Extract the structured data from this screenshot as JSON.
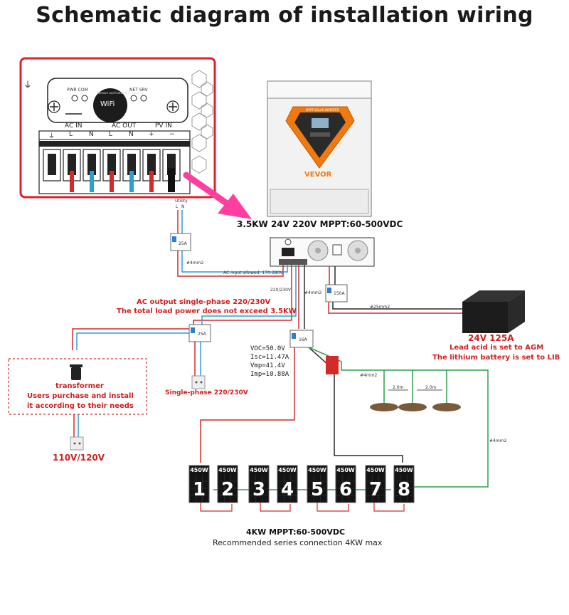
{
  "title": "Schematic diagram of installation wiring",
  "detail_panel": {
    "ground_symbol": "⏚",
    "pwr_com": "PWR COM",
    "net_srv": "NET SRV",
    "wifi_label": "WiFi",
    "wifi_arc": "Remove and install WiFi antenna",
    "ac_in": "AC IN",
    "ac_out": "AC OUT",
    "pv_in": "PV IN",
    "term_gnd": "⏚",
    "term_l1": "L",
    "term_n1": "N",
    "term_l2": "L",
    "term_n2": "N",
    "term_pos": "+",
    "term_neg": "−"
  },
  "inverter": {
    "brand": "VEVOR",
    "screen_label": "MPPT SOLAR INVERTER",
    "model": "3.5KW 24V 220V MPPT:60-500VDC"
  },
  "utility": {
    "label": "Utility",
    "l": "L",
    "n": "N"
  },
  "breakers": {
    "utility_breaker": "25A",
    "output_breaker": "25A",
    "pv_breaker": "16A",
    "battery_breaker": "150A"
  },
  "wire_labels": {
    "w_utility": "#4mm2",
    "ac_allowed": "AC input allowed: 170-280V",
    "out_voltage": "220/230V",
    "w_pv": "#4mm2",
    "w_battery": "#25mm2",
    "w_ground": "#4mm2",
    "w_ground_long": "#4mm2"
  },
  "ac_output": {
    "line1": "AC output single-phase 220/230V",
    "line2": "The total load power does not exceed 3.5KW"
  },
  "pv_specs": {
    "voc": "VOC=50.0V",
    "isc": "Isc=11.47A",
    "vmp": "Vmp=41.4V",
    "imp": "Imp=10.88A"
  },
  "battery": {
    "title": "24V 125A",
    "line1": "Lead acid is set to AGM",
    "line2": "The lithium battery is set to LIB"
  },
  "ground_rods": {
    "spacing1": "2.0m",
    "spacing2": "2.0m"
  },
  "transformer": {
    "title": "transformer",
    "line1": "Users purchase and install",
    "line2": "it according to their needs"
  },
  "single_phase_socket": "Single-phase 220/230V",
  "socket_110": "110V/120V",
  "panels": [
    {
      "watt": "450W",
      "num": "1"
    },
    {
      "watt": "450W",
      "num": "2"
    },
    {
      "watt": "450W",
      "num": "3"
    },
    {
      "watt": "450W",
      "num": "4"
    },
    {
      "watt": "450W",
      "num": "5"
    },
    {
      "watt": "450W",
      "num": "6"
    },
    {
      "watt": "450W",
      "num": "7"
    },
    {
      "watt": "450W",
      "num": "8"
    }
  ],
  "footer": {
    "line1": "4KW   MPPT:60-500VDC",
    "line2": "Recommended series connection 4KW max"
  },
  "colors": {
    "live_wire": "#d42a2a",
    "neutral_wire": "#2a9fd6",
    "ground_wire": "#2ea04a",
    "highlight_border": "#e0202a",
    "arrow": "#ff3fa0",
    "inverter_orange": "#f07a10"
  }
}
